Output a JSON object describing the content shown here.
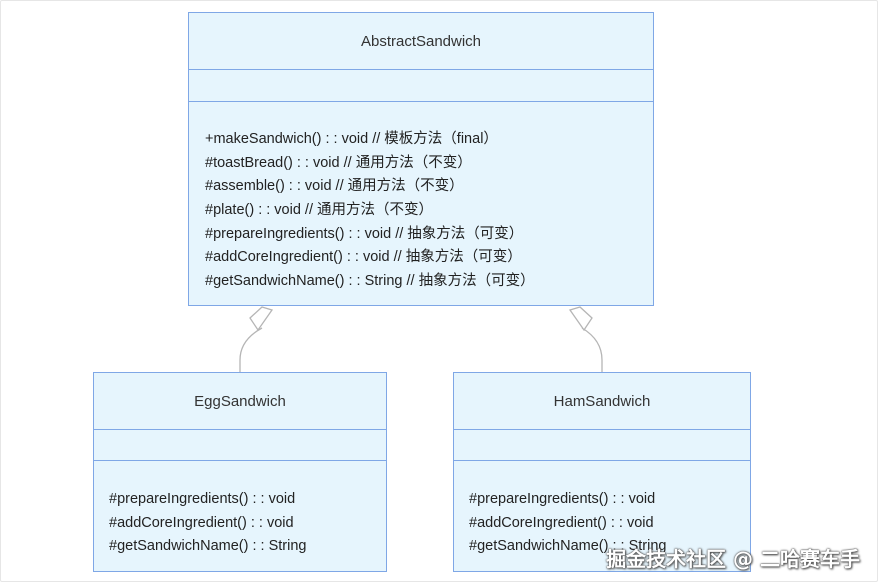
{
  "classes": {
    "abstract": {
      "name": "AbstractSandwich",
      "methods": [
        "+makeSandwich() : : void // 模板方法（final）",
        "#toastBread() : : void // 通用方法（不变）",
        "#assemble() : : void // 通用方法（不变）",
        "#plate() : : void // 通用方法（不变）",
        "#prepareIngredients() : : void // 抽象方法（可变）",
        "#addCoreIngredient() : : void // 抽象方法（可变）",
        "#getSandwichName() : : String // 抽象方法（可变）"
      ]
    },
    "egg": {
      "name": "EggSandwich",
      "methods": [
        "#prepareIngredients() : : void",
        "#addCoreIngredient() : : void",
        "#getSandwichName() : : String"
      ]
    },
    "ham": {
      "name": "HamSandwich",
      "methods": [
        "#prepareIngredients() : : void",
        "#addCoreIngredient() : : void",
        "#getSandwichName() : : String"
      ]
    }
  },
  "watermark": "掘金技术社区 @ 二哈赛车手",
  "colors": {
    "box_fill": "#e6f5fd",
    "box_border": "#7fa7e6",
    "connector": "#b5b5b5"
  }
}
